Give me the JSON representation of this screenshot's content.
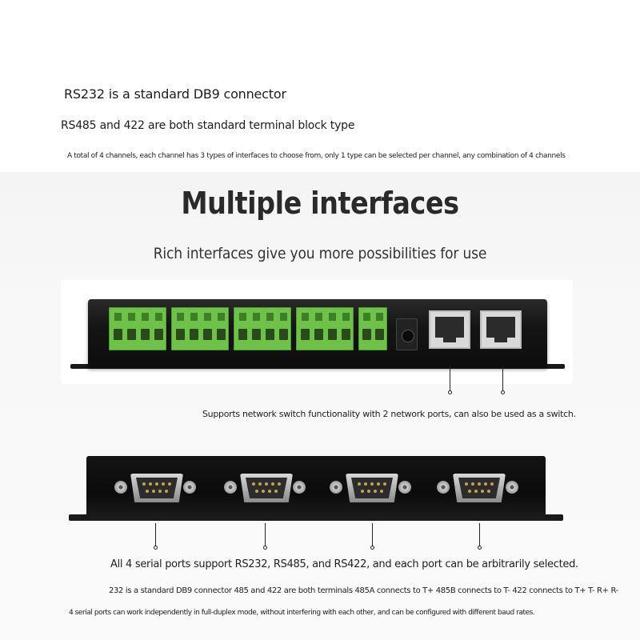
{
  "intro": {
    "line1": "RS232 is a standard DB9 connector",
    "line2": "RS485 and 422 are both standard terminal block type",
    "line3": "A total of 4 channels, each channel has 3 types of interfaces to choose from, only 1 type can be selected per channel, any combination of 4 channels"
  },
  "section": {
    "title": "Multiple interfaces",
    "subtitle": "Rich interfaces give you more possibilities for use"
  },
  "front_panel": {
    "caption": "Supports network switch functionality with 2 network ports, can also be used as a switch."
  },
  "rear_panel": {
    "caption": "All 4 serial ports support RS232, RS485, and RS422, and each port can be arbitrarily selected.",
    "wiring_note": "232 is a standard DB9 connector 485 and 422 are both terminals 485A connects to T+ 485B connects to T- 422 connects to T+ T- R+ R-",
    "duplex_note": "4 serial ports can work independently in full-duplex mode, without interfering with each other, and can be configured with different baud rates."
  },
  "colors": {
    "terminal_green": "#6ec24a",
    "device_black": "#111111",
    "background": "#f6f6f6"
  }
}
